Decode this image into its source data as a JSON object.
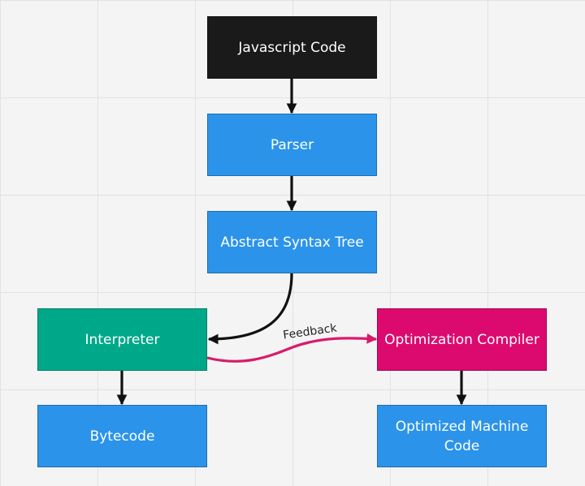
{
  "colors": {
    "source_node": "#1a1a1a",
    "stage_node": "#2b93ea",
    "interpreter_node": "#00a88a",
    "compiler_node": "#dc0a6e",
    "arrow": "#111111",
    "feedback_arrow": "#d81b6a",
    "grid_background": "#f4f4f4"
  },
  "nodes": {
    "javascript_code": "Javascript Code",
    "parser": "Parser",
    "abstract_syntax_tree": "Abstract Syntax Tree",
    "interpreter": "Interpreter",
    "optimization_compiler": "Optimization Compiler",
    "bytecode": "Bytecode",
    "optimized_machine_code": "Optimized Machine Code"
  },
  "edges": {
    "feedback_label": "Feedback"
  }
}
